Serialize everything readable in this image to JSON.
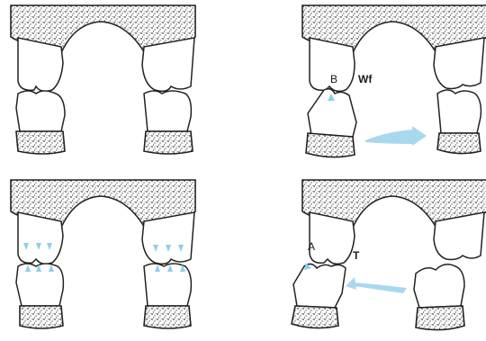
{
  "panels": {
    "top_right": {
      "label_b": "B",
      "label_wt": "Wf"
    },
    "bottom_right": {
      "label_a": "A",
      "label_t": "T"
    }
  },
  "colors": {
    "line": "#222222",
    "bone_texture": "#444444",
    "arrow": "#a8d8ee",
    "force_marks": "#8ecfe9"
  }
}
